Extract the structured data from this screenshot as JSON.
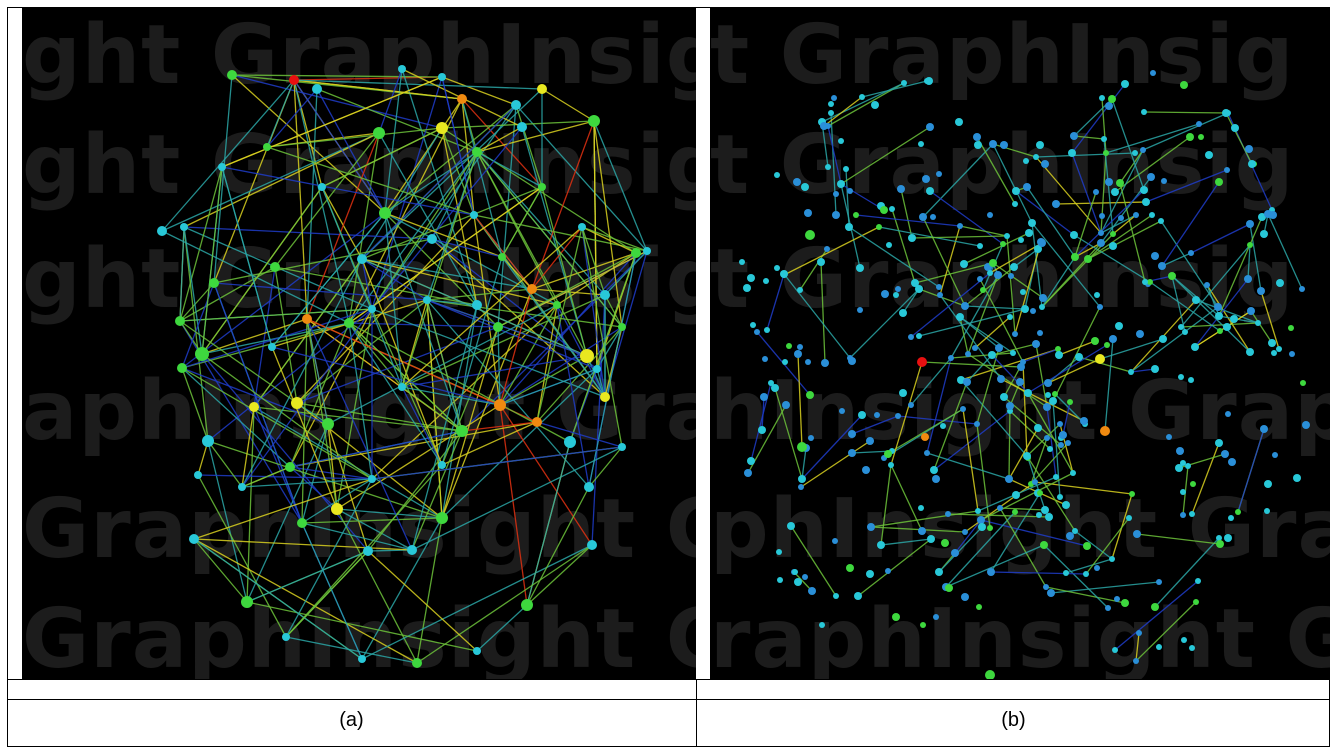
{
  "captions": {
    "a": "(a)",
    "b": "(b)"
  },
  "watermark": {
    "panel_a": [
      "ght GraphInsig",
      "ght GraphInsig",
      "ght GraphInsig",
      "aphInsight GrapInsi",
      "GraphInsight GraphI",
      "GraphInsight G"
    ],
    "panel_b": [
      "t GraphInsig",
      "t GraphInsig",
      "t GraphInsig",
      "hInsight GraphInsi",
      "phInsight Graph",
      "raphInsight Gr"
    ]
  },
  "colors": {
    "background": "#000000",
    "edge_low": "#1e3cc8",
    "edge_mid": "#2aa6a6",
    "edge_green": "#6cc23a",
    "edge_yellow": "#d8d020",
    "edge_high": "#e03010",
    "node_blue": "#2a8fd8",
    "node_cyan": "#28c8d8",
    "node_green": "#3ed83e",
    "node_yellow": "#e8e820",
    "node_orange": "#f08a10",
    "node_red": "#e81010"
  }
}
